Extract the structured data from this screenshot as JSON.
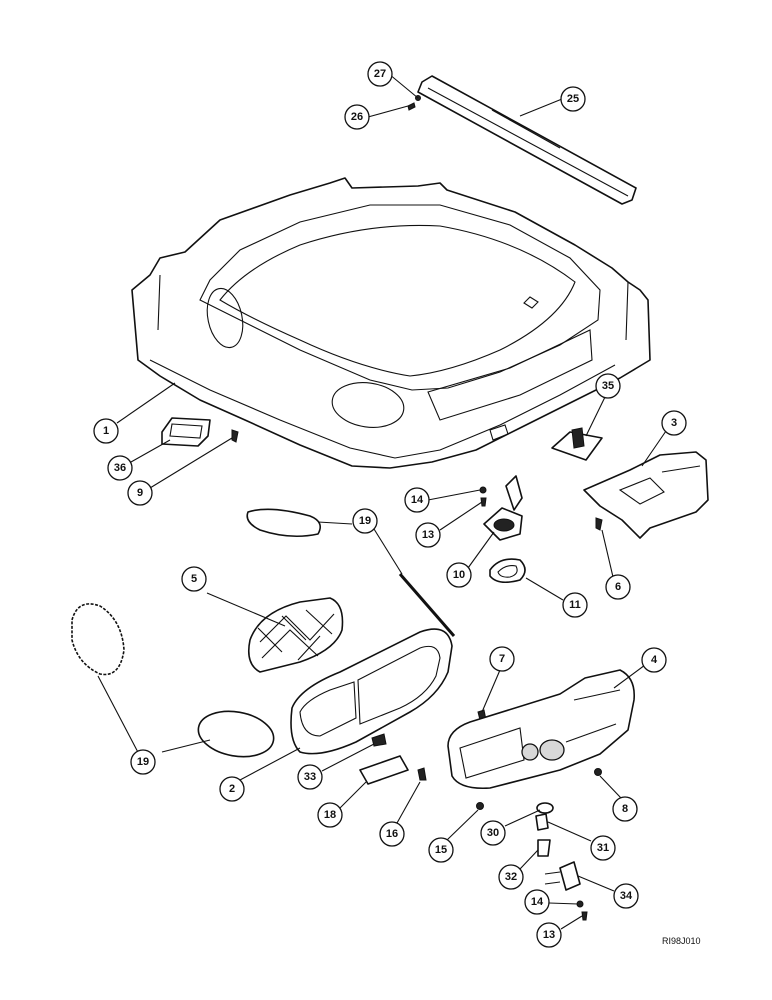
{
  "drawing_code": "RI98J010",
  "callouts": [
    {
      "id": "c27",
      "label": "27"
    },
    {
      "id": "c26",
      "label": "26"
    },
    {
      "id": "c25",
      "label": "25"
    },
    {
      "id": "c1",
      "label": "1"
    },
    {
      "id": "c36",
      "label": "36"
    },
    {
      "id": "c9",
      "label": "9"
    },
    {
      "id": "c35",
      "label": "35"
    },
    {
      "id": "c3",
      "label": "3"
    },
    {
      "id": "c14a",
      "label": "14"
    },
    {
      "id": "c13a",
      "label": "13"
    },
    {
      "id": "c10",
      "label": "10"
    },
    {
      "id": "c6",
      "label": "6"
    },
    {
      "id": "c19a",
      "label": "19"
    },
    {
      "id": "c11",
      "label": "11"
    },
    {
      "id": "c5",
      "label": "5"
    },
    {
      "id": "c7",
      "label": "7"
    },
    {
      "id": "c4",
      "label": "4"
    },
    {
      "id": "c19b",
      "label": "19"
    },
    {
      "id": "c2",
      "label": "2"
    },
    {
      "id": "c33",
      "label": "33"
    },
    {
      "id": "c8",
      "label": "8"
    },
    {
      "id": "c18",
      "label": "18"
    },
    {
      "id": "c16",
      "label": "16"
    },
    {
      "id": "c15",
      "label": "15"
    },
    {
      "id": "c30",
      "label": "30"
    },
    {
      "id": "c31",
      "label": "31"
    },
    {
      "id": "c32",
      "label": "32"
    },
    {
      "id": "c34",
      "label": "34"
    },
    {
      "id": "c14b",
      "label": "14"
    },
    {
      "id": "c13b",
      "label": "13"
    }
  ]
}
